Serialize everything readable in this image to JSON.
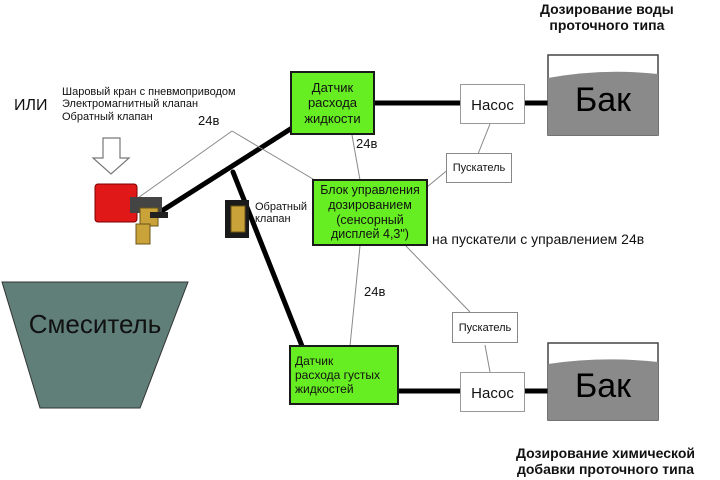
{
  "title_top": [
    "Дозирование воды",
    "проточного типа"
  ],
  "title_bottom": [
    "Дозирование химической",
    "добавки проточного типа"
  ],
  "ili": "ИЛИ",
  "valve_options": [
    "Шаровый кран с пневмоприводом",
    "Электромагнитный клапан",
    "Обратный клапан"
  ],
  "voltage_label": "24в",
  "flow_sensor": [
    "Датчик",
    "расхода",
    "жидкости"
  ],
  "controller": [
    "Блок управления",
    "дозированием",
    "(сенсорный",
    "дисплей 4,3\")"
  ],
  "thick_sensor": [
    "Датчик",
    "расхода густых",
    "жидкостей"
  ],
  "check_valve": [
    "Обратный",
    "клапан"
  ],
  "starter_label": "Пускатель",
  "pump_label": "Насос",
  "tank_label": "Бак",
  "mixer_label": "Смеситель",
  "starters_note": "на пускатели с управлением 24в",
  "colors": {
    "sensor_fill": "#66ee22",
    "tank_fill": "#8a8a8a",
    "mixer_fill": "#5f7f78",
    "valve_red": "#e01818"
  }
}
